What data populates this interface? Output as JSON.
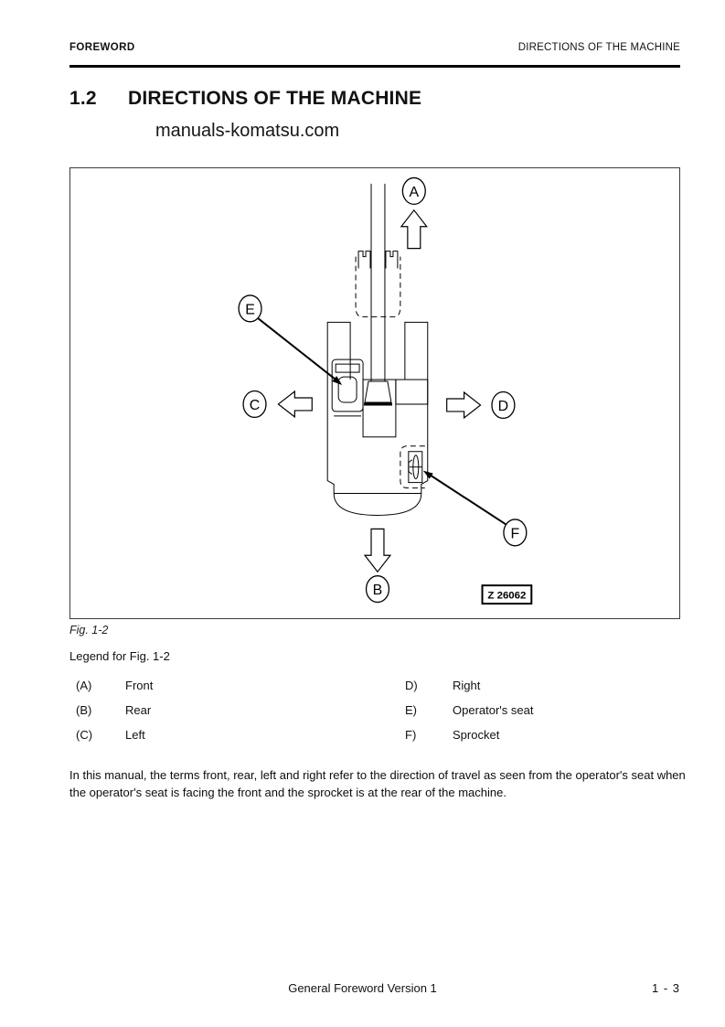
{
  "header": {
    "left": "FOREWORD",
    "right": "DIRECTIONS OF THE MACHINE"
  },
  "title": {
    "number": "1.2",
    "text": "DIRECTIONS OF THE MACHINE"
  },
  "watermark": "manuals-komatsu.com",
  "figure": {
    "caption": "Fig. 1-2",
    "drawing_number": "Z 26062",
    "callouts": [
      "A",
      "B",
      "C",
      "D",
      "E",
      "F"
    ]
  },
  "legend": {
    "heading": "Legend for Fig. 1-2",
    "rows": [
      {
        "left_key": "(A)",
        "left_value": "Front",
        "right_key": "D)",
        "right_value": "Right"
      },
      {
        "left_key": "(B)",
        "left_value": "Rear",
        "right_key": "E)",
        "right_value": "Operator's seat"
      },
      {
        "left_key": "(C)",
        "left_value": "Left",
        "right_key": "F)",
        "right_value": "Sprocket"
      }
    ]
  },
  "body_text": "In this manual, the terms front, rear, left and right refer to the direction of travel as seen from the operator's seat when the operator's seat is facing the front and the sprocket is at the rear of the machine.",
  "footer": {
    "center": "General Foreword Version 1",
    "page_number": "1 - 3"
  }
}
